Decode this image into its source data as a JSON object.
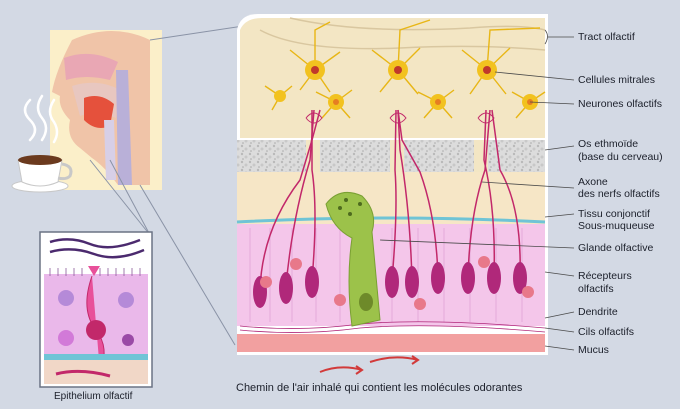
{
  "labels": [
    {
      "id": "tract",
      "text": "Tract olfactif"
    },
    {
      "id": "mitral",
      "text": "Cellules mitrales"
    },
    {
      "id": "neurons",
      "text": "Neurones olfactifs"
    },
    {
      "id": "ethmoid_1",
      "text": "Os ethmoïde"
    },
    {
      "id": "ethmoid_2",
      "text": "(base du cerveau)"
    },
    {
      "id": "axon_1",
      "text": "Axone"
    },
    {
      "id": "axon_2",
      "text": "des nerfs olfactifs"
    },
    {
      "id": "tissue_1",
      "text": "Tissu conjonctif"
    },
    {
      "id": "tissue_2",
      "text": "Sous-muqueuse"
    },
    {
      "id": "gland",
      "text": "Glande olfactive"
    },
    {
      "id": "receptors_1",
      "text": "Récepteurs"
    },
    {
      "id": "receptors_2",
      "text": "olfactifs"
    },
    {
      "id": "dendrite",
      "text": "Dendrite"
    },
    {
      "id": "cilia",
      "text": "Cils olfactifs"
    },
    {
      "id": "mucus",
      "text": "Mucus"
    }
  ],
  "captions": {
    "air_path": "Chemin de l'air inhalé qui contient les molécules odorantes",
    "epithelium": "Epithelium olfactif"
  },
  "colors": {
    "background": "#d3d9e4",
    "brain": "#f3e6c4",
    "neuron": "#f2c21f",
    "bone": "#d9d9d9",
    "tissue": "#f6e6c6",
    "epithelium": "#f4c6ea",
    "receptor": "#b0287a",
    "gland": "#9cc24a",
    "mucus": "#f2a0a0",
    "nerve": "#c2286a"
  }
}
